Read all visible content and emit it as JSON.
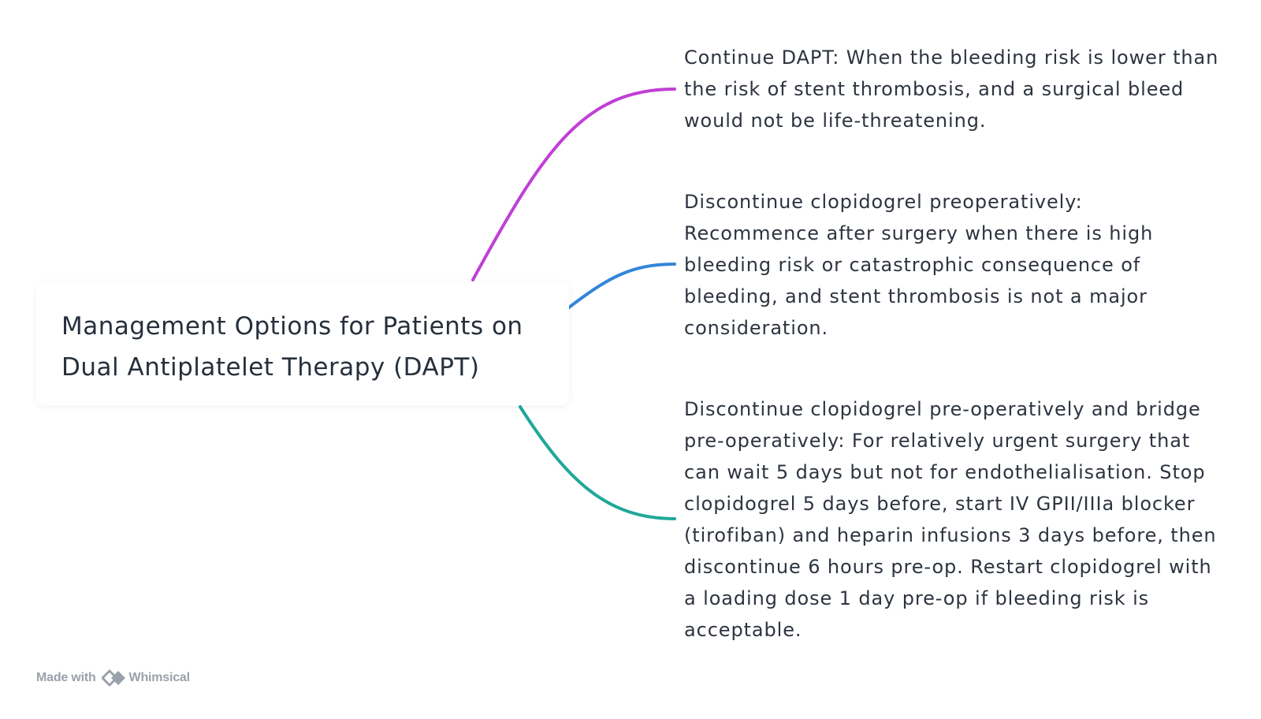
{
  "root": {
    "title": "Management Options for Patients on Dual Antiplatelet Therapy (DAPT)"
  },
  "branches": [
    {
      "text": "Continue DAPT: When the bleeding risk is lower than the risk of stent thrombosis, and a surgical bleed would not be life-threatening.",
      "color": "#c03fd6"
    },
    {
      "text": "Discontinue clopidogrel preoperatively: Recommence after surgery when there is high bleeding risk or catastrophic consequence of bleeding, and stent thrombosis is not a major consideration.",
      "color": "#3385d9"
    },
    {
      "text": "Discontinue clopidogrel pre-operatively and bridge pre-operatively: For relatively urgent surgery that can wait 5 days but not for endothelialisation. Stop clopidogrel 5 days before, start IV GPII/IIIa blocker (tirofiban) and heparin infusions 3 days before, then discontinue 6 hours pre-op. Restart clopidogrel with a loading dose 1 day pre-op if bleeding risk is acceptable.",
      "color": "#1fa899"
    }
  ],
  "footer": {
    "made_with": "Made with",
    "brand": "Whimsical",
    "logo_icon": "whimsical-logo-icon"
  }
}
